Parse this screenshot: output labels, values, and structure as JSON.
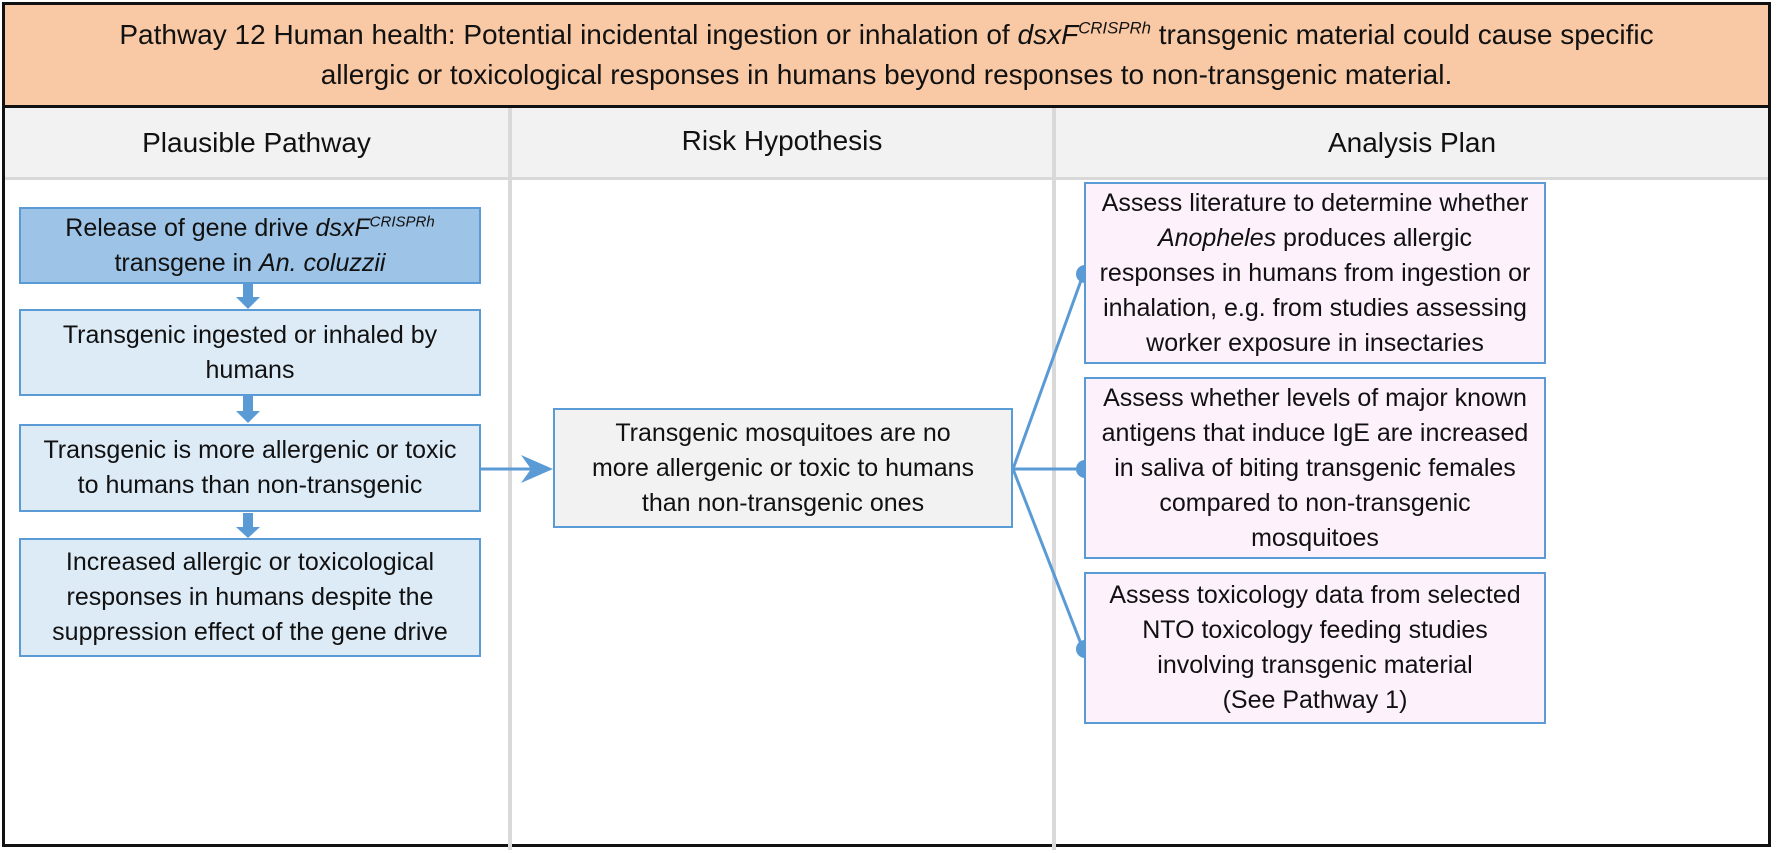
{
  "title": {
    "pre": "Pathway 12 Human health: Potential incidental ingestion or inhalation of ",
    "gene": "dsxF",
    "sup": "CRISPRh",
    "post1": " transgenic material could cause specific",
    "post2": "allergic or toxicological responses in humans beyond responses to non-transgenic material."
  },
  "headers": {
    "pathway": "Plausible Pathway",
    "hypothesis": "Risk Hypothesis",
    "analysis": "Analysis Plan"
  },
  "pathway_steps": {
    "step1": {
      "pre": "Release of gene drive ",
      "gene": "dsxF",
      "sup": "CRISPRh",
      "line2_pre": "transgene in ",
      "species": "An. coluzzii"
    },
    "step2": "Transgenic ingested or inhaled by humans",
    "step3": "Transgenic is more allergenic or toxic to humans than non-transgenic",
    "step4": "Increased allergic or toxicological responses in humans despite the suppression effect of the gene drive"
  },
  "hypothesis": "Transgenic mosquitoes are no more allergenic or toxic to humans than non-transgenic ones",
  "analysis_plan": {
    "item1_pre": "Assess literature to determine whether ",
    "item1_genus": "Anopheles",
    "item1_post": " produces allergic responses in humans from ingestion or inhalation, e.g. from studies assessing worker exposure in insectaries",
    "item2": "Assess whether levels of major known antigens that induce IgE are increased in saliva of biting transgenic females compared to non-transgenic mosquitoes",
    "item3_main": "Assess toxicology data from selected NTO toxicology feeding studies involving transgenic material",
    "item3_ref": "(See Pathway 1)"
  },
  "colors": {
    "title_bg": "#f9c9a5",
    "step_dark": "#9dc3e6",
    "step_light": "#ddebf7",
    "connector": "#5b9bd5",
    "plan_bg": "#fdf1fb"
  }
}
